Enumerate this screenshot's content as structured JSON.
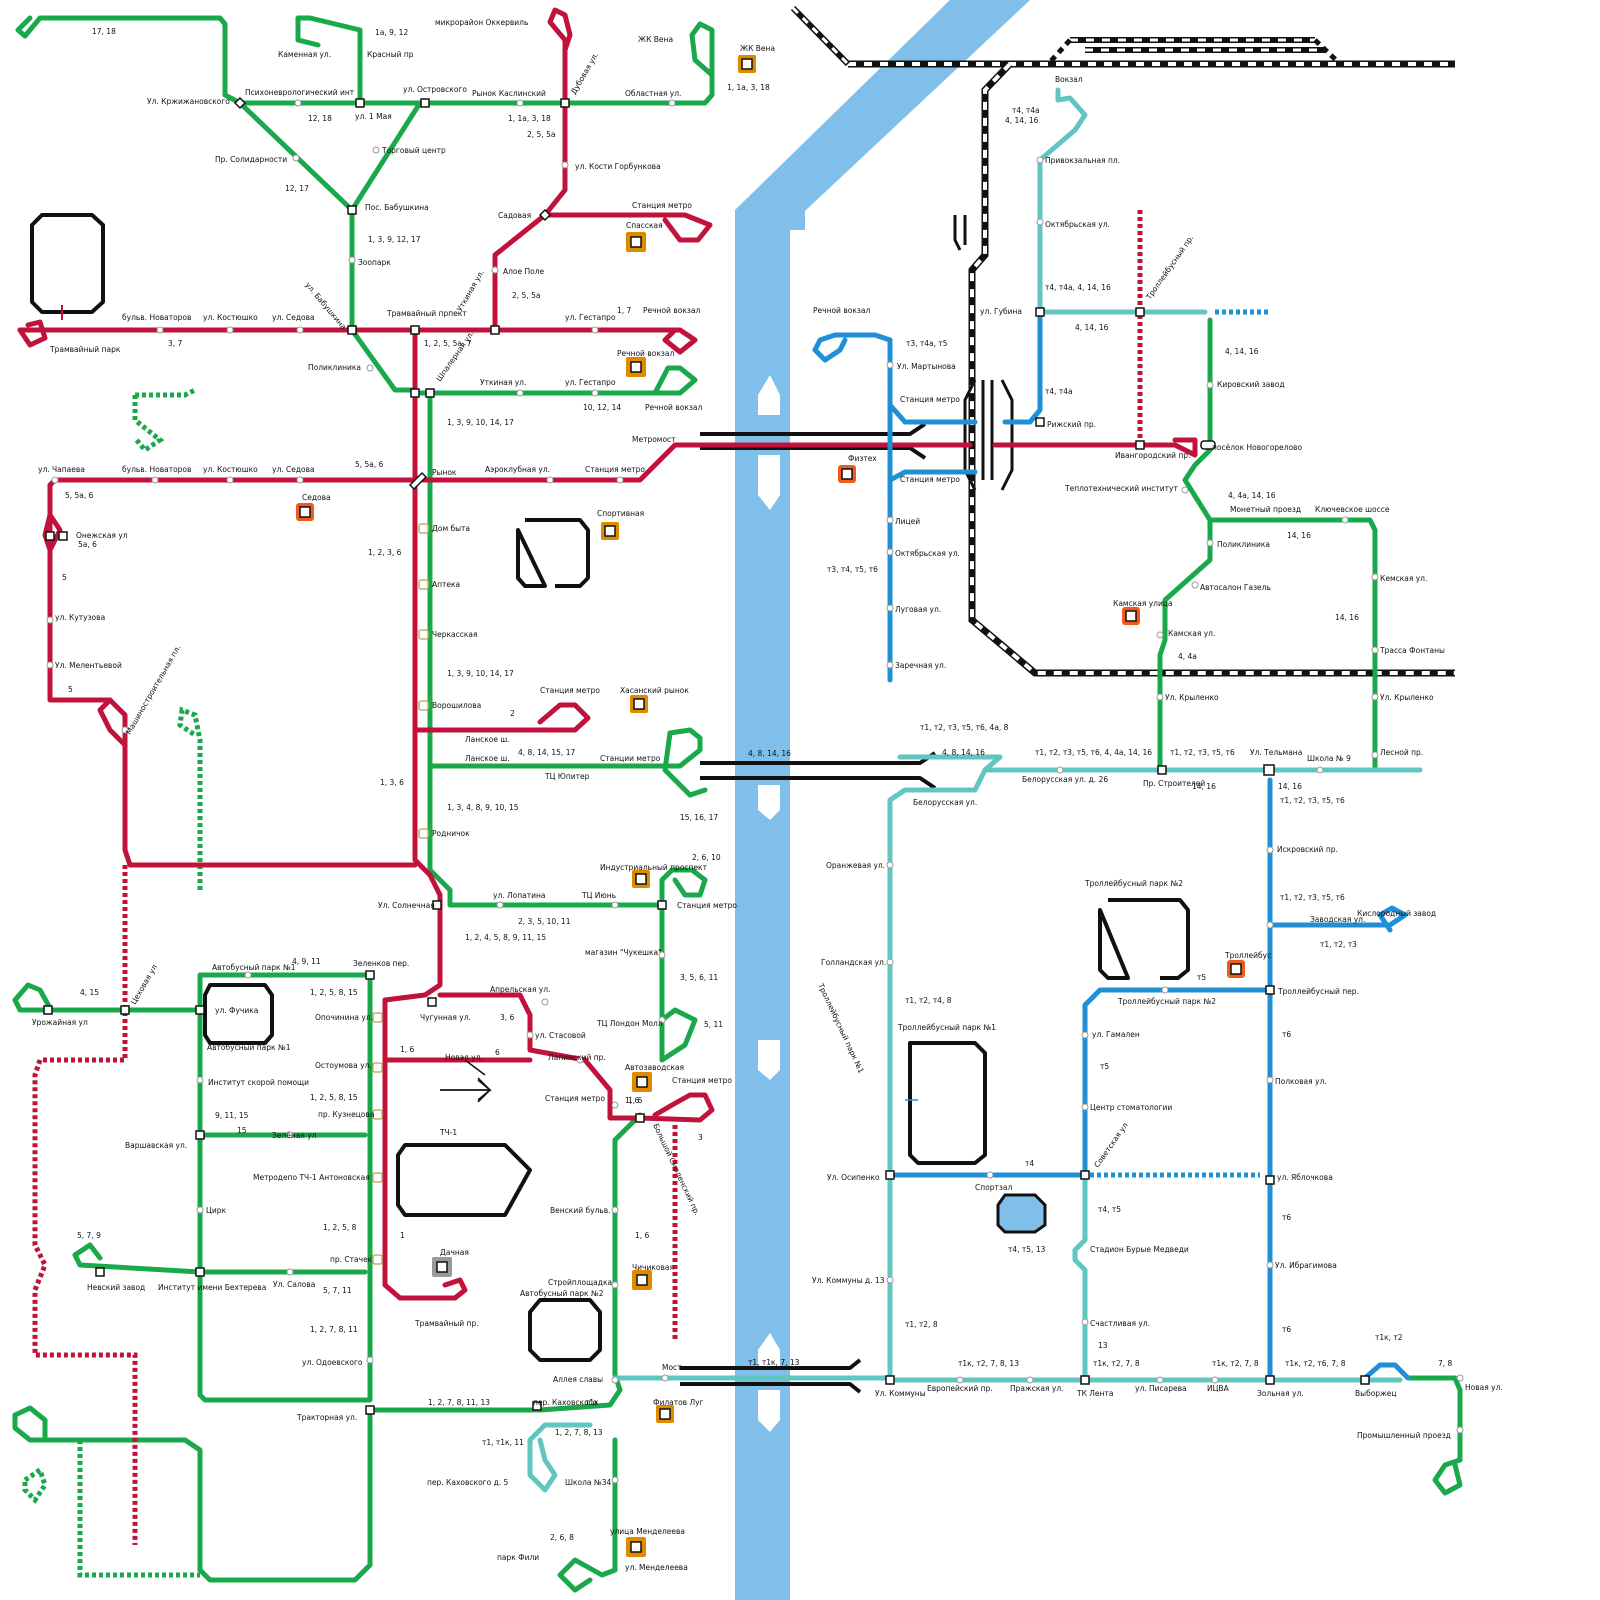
{
  "colors": {
    "tram": "#c0123a",
    "bus": "#19a84a",
    "trolleybus_blue": "#1f8fd6",
    "trolleybus_teal": "#62c5bf",
    "river": "#7fbfe9",
    "metro_marker": "#e08a00",
    "metro_station_active": "#f05a1a",
    "railway": "#111111"
  },
  "icons": {
    "metro_station": "metro-station-icon",
    "gear_marker": "metro-gear-icon",
    "direction_arrow": "arrow-right-icon"
  },
  "labels": {
    "l1": "17, 18",
    "l2": "Каменная ул.",
    "l3": "1а, 9, 12",
    "l4": "Красный пр",
    "l5": "микрорайон Оккервиль",
    "l6": "Дубовая ул.",
    "l7": "ЖК Вена",
    "l8": "ЖК Вена",
    "l9": "1, 1а, 3, 18",
    "l10": "Областная ул.",
    "l11": "Рынок Каслинский",
    "l12": "1, 1а, 3, 18",
    "l13": "ул. Островского",
    "l14": "ул. 1 Мая",
    "l15": "12, 18",
    "l16": "Психоневрологический инт",
    "l17": "Ул. Кржижановского",
    "l18": "Пр. Солидарности",
    "l19": "Торговый центр",
    "l20": "12, 17",
    "l21": "Пос. Бабушкина",
    "l22": "1, 3, 9, 12, 17",
    "l23": "Зоопарк",
    "l24": "2, 5, 5а",
    "l25": "ул. Кости Горбункова",
    "l26": "Садовая",
    "l27": "Станция метро",
    "l28": "Спасская",
    "l29": "Алое Поле",
    "l30": "2, 5, 5а",
    "l31": "Уткиная ул.",
    "l32": "ул. Бабушкина",
    "l33": "бульв. Новаторов",
    "l34": "ул. Костюшко",
    "l35": "ул. Седова",
    "l36": "Трамвайный прпект",
    "l37": "ул. Гестапро",
    "l38": "1, 7",
    "l39": "Речной вокзал",
    "l40": "3, 7",
    "l41": "Трамвайный парк",
    "l42": "1, 2, 5, 5а, 7",
    "l43": "Шпалерная ул.",
    "l44": "Поликлиника",
    "l45": "Речной вокзал",
    "l46": "Уткиная ул.",
    "l47": "ул. Гестапро",
    "l48": "10, 12, 14",
    "l49": "Речной вокзал",
    "l50": "1, 3, 9, 10, 14, 17",
    "l51": "Метромост",
    "l52": "ул. Чапаева",
    "l53": "бульв. Новаторов",
    "l54": "ул. Костюшко",
    "l55": "ул. Седова",
    "l56": "5, 5а, 6",
    "l57": "Рынок",
    "l58": "Аэроклубная ул.",
    "l59": "Станция метро",
    "l60": "5, 5а, 6",
    "l61": "Седова",
    "l62": "Спортивная",
    "l63": "Онежская ул",
    "l64": "5а, 6",
    "l65": "Дом быта",
    "l66": "1, 2, 3,  6",
    "l67": "5",
    "l68": "Аптека",
    "l69": "ул. Кутузова",
    "l70": "Черкасская",
    "l71": "Ул. Мелентьевой",
    "l72": "1, 3, 9, 10, 14, 17",
    "l73": "5",
    "l74": "Машиностроительная пл.",
    "l75": "Станция метро",
    "l76": "Хасанский рынок",
    "l77": "Ворошилова",
    "l78": "2",
    "l79": "Ланское ш.",
    "l80": "Ланское ш.",
    "l81": "4, 8, 14, 15, 17",
    "l82": "Станции метро",
    "l83": "4, 8, 14, 16",
    "l84": "ТЦ Юпитер",
    "l85": "1, 3, 6",
    "l86": "15, 16, 17",
    "l87": "1, 3, 4, 8, 9, 10, 15",
    "l88": "Родничок",
    "l89": "2, 6, 10",
    "l90": "Индустриальный проспект",
    "l91": "Ул. Солнечная",
    "l92": "ул. Лопатина",
    "l93": "ТЦ Июнь",
    "l94": "Станция метро",
    "l95": "2, 3, 5, 10, 11",
    "l96": "1, 2, 4, 5, 8, 9, 11, 15",
    "l97": "магазин \"Чукешка\"",
    "l98": "3, 5, 6, 11",
    "l99": "4, 9, 11",
    "l100": "Автобусный парк №1",
    "l101": "Зеленков пер.",
    "l102": "Апрельская ул.",
    "l103": "ТЦ Лондон Молл",
    "l104": "5, 11",
    "l105": "4, 15",
    "l106": "Цеховая ул",
    "l107": "Урожайная ул",
    "l108": "ул. Фучика",
    "l109": "1, 2, 5, 8, 15",
    "l110": "Опочинина ул.",
    "l111": "Чугунная ул.",
    "l112": "3, 6",
    "l113": "ул. Стасовой",
    "l114": "Автобусный парк №1",
    "l115": "1, 6",
    "l116": "Новая ул.",
    "l117": "6",
    "l118": "Лапинский пр.",
    "l119": "Автозаводская",
    "l120": "Станция метро",
    "l121": "Институт скорой помощи",
    "l122": "Остоумова ул.",
    "l123": "1, 2, 5, 8, 15",
    "l124": "пр. Кузнецова",
    "l125": "Станция метро",
    "l126": "1, 6",
    "l127": "9, 11, 15",
    "l128": "15",
    "l129": "Зелёная ул",
    "l130": "ТЧ-1",
    "l131": "Большой Смоленский пр.",
    "l132": "3",
    "l133": "Варшавская ул.",
    "l134": "Метродепо ТЧ-1 Антоновская",
    "l135": "Цирк",
    "l136": "Венский бульв.",
    "l137": "1, 2, 5, 8",
    "l138": "1",
    "l139": "1, 6",
    "l140": "5, 7, 9",
    "l141": "Дачная",
    "l142": "пр. Стачек",
    "l143": "Чичиковая",
    "l144": "Невский завод",
    "l145": "Институт имени Бехтерева",
    "l146": "Ул. Салова",
    "l147": "5, 7, 11",
    "l148": "Трамвайный пр.",
    "l149": "Стройплощадка",
    "l150": "Автобусный парк №2",
    "l151": "1, 2, 7, 8, 11",
    "l152": "ул. Одоевского",
    "l153": "Аллея славы",
    "l154": "Мост",
    "l155": "1, 2, 7, 8, 11, 13",
    "l156": "пер. Каховского",
    "l157": "т1к",
    "l158": "Филатов Луг",
    "l159": "Тракторная ул.",
    "l160": "1, 2, 7, 8, 13",
    "l161": "т1, т1к, 11",
    "l162": "пер. Каховского д. 5",
    "l163": "Школа №34",
    "l164": "2, 6, 8",
    "l165": "улица Менделеева",
    "l166": "парк Фили",
    "l167": "ул. Менделеева",
    "l168": "т1, т1к, 7, 13",
    "l169": "Вокзал",
    "l170": "т4, т4а",
    "l171": "4, 14, 16",
    "l172": "Привокзальная пл.",
    "l173": "Октябрьская ул.",
    "l174": "т4, т4а, 4, 14, 16",
    "l175": "ул. Губина",
    "l176": "4, 14, 16",
    "l177": "Троллейбусный пр.",
    "l178": "4, 14, 16",
    "l179": "Кировский завод",
    "l180": "т4, т4а",
    "l181": "Рижский пр.",
    "l182": "Ивангородский пр.",
    "l183": "посёлок Новогорелово",
    "l184": "Речной вокзал",
    "l185": "т3, т4а, т5",
    "l186": "Ул. Мартынова",
    "l187": "Станция метро",
    "l188": "Физтех",
    "l189": "Станция метро",
    "l190": "Теплотехнический институт",
    "l191": "4, 4а, 14, 16",
    "l192": "Монетный проезд",
    "l193": "Ключевское шоссе",
    "l194": "14, 16",
    "l195": "Лицей",
    "l196": "Поликлиника",
    "l197": "Октябрьская ул.",
    "l198": "т3, т4, т5, т6",
    "l199": "Автосалон Газель",
    "l200": "Кемская ул.",
    "l201": "Камская улица",
    "l202": "Луговая ул.",
    "l203": "14, 16",
    "l204": "Камская ул.",
    "l205": "Трасса Фонтаны",
    "l206": "4, 4а",
    "l207": "Заречная ул.",
    "l208": "Ул. Крыленко",
    "l209": "Ул. Крыленко",
    "l210": "т1, т2, т3, т5, т6, 4а, 8",
    "l211": "4, 8, 14, 16",
    "l212": "т1, т2, т3, т5, т6, 4, 4а, 14, 16",
    "l213": "т1, т2, т3, т5, т6",
    "l214": "Ул. Тельмана",
    "l215": "Школа № 9",
    "l216": "Лесной пр.",
    "l217": "Белорусская ул. д. 26",
    "l218": "Пр. Строителей",
    "l219": "14, 16",
    "l220": "14, 16",
    "l221": "Белорусская ул.",
    "l222": "т1, т2, т3, т5, т6",
    "l223": "Оранжевая ул.",
    "l224": "Искровский пр.",
    "l225": "Троллейбусный парк №2",
    "l226": "т1, т2, т3, т5, т6",
    "l227": "Заводская ул.",
    "l228": "Кислородный завод",
    "l229": "т1, т2, т3",
    "l230": "Голландская ул.",
    "l231": "Троллейбус",
    "l232": "т5",
    "l233": "Троллейбусный пер.",
    "l234": "Троллейбусный парк №2",
    "l235": "т1, т2, т4, 8",
    "l236": "Троллейбусный парк №1",
    "l237": "Троллейбусный парк №1",
    "l238": "ул. Гамален",
    "l239": "т6",
    "l240": "т5",
    "l241": "Полковая ул.",
    "l242": "Центр стоматологии",
    "l243": "т4",
    "l244": "Советская ул",
    "l245": "Ул. Осипенко",
    "l246": "Спортзал",
    "l247": "ул. Яблочкова",
    "l248": "т4, т5",
    "l249": "т6",
    "l250": "т4, т5, 13",
    "l251": "Стадион Бурые Медведи",
    "l252": "Ул. Ибрагимова",
    "l253": "Ул. Коммуны д. 13",
    "l254": "т1, т2, 8",
    "l255": "Счастливая ул.",
    "l256": "т6",
    "l257": "13",
    "l258": "т1к, т2",
    "l259": "т1к, т2, 7, 8, 13",
    "l260": "т1к, т2, 7, 8",
    "l261": "т1к, т2, 7, 8",
    "l262": "т1к, т2, т6, 7, 8",
    "l263": "7, 8",
    "l264": "Ул. Коммуны",
    "l265": "Европейский пр.",
    "l266": "Пражская ул.",
    "l267": "ТК Лента",
    "l268": "ул. Писарева",
    "l269": "ИЦВА",
    "l270": "Зольная ул.",
    "l271": "Выборжец",
    "l272": "Новая ул.",
    "l273": "Промышленный проезд",
    "l274": "1, 6"
  }
}
